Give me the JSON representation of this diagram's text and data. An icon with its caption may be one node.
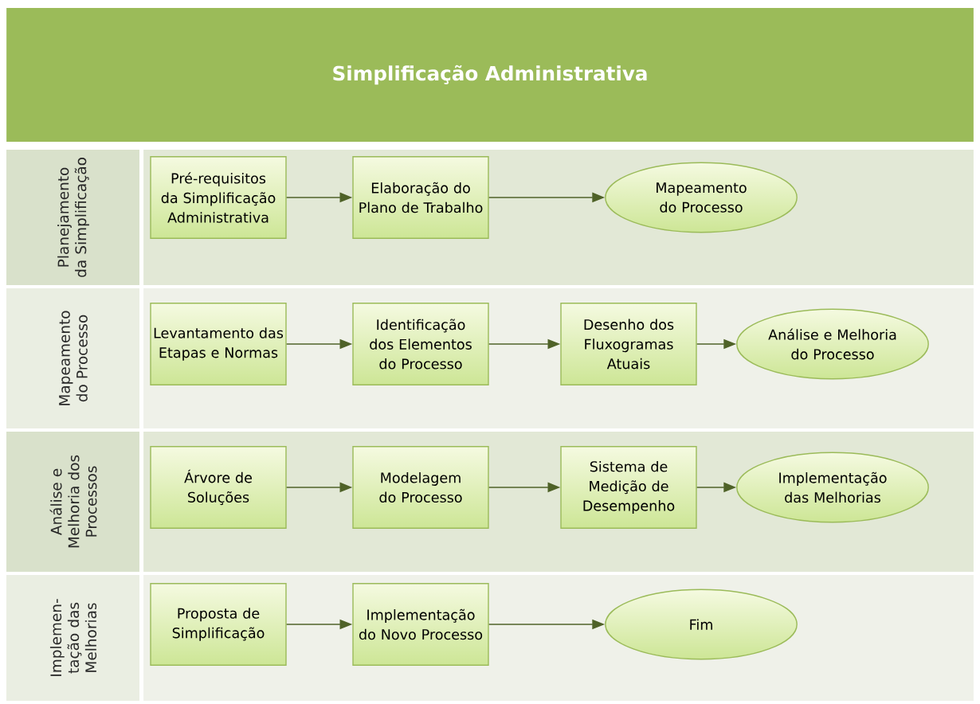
{
  "diagram": {
    "title": "Simplificação Administrativa",
    "nodes": [
      {
        "text": [
          "Planejamento da Simplificação"
        ]
      },
      {
        "text": [
          "Pré-requisitos da Simplificação Administrativa"
        ],
        "in": 0
      },
      {
        "text": [
          "Elaboração do Plano de Trabalho"
        ],
        "in": 0
      },
      {
        "text": [
          "Mapeamento do Processo"
        ],
        "in": 0
      },
      {
        "text": [
          "Mapeamento do Processo"
        ]
      },
      {
        "text": [
          "Levantamento das Etapas e Normas"
        ],
        "in": 4
      },
      {
        "text": [
          "Identificação dos Elementos do Processo"
        ],
        "in": 4
      },
      {
        "text": [
          "Desenho dos Fluxogramas Atuais"
        ],
        "in": 4
      },
      {
        "text": [
          "Análise e Melhoria do Processo"
        ],
        "in": 4
      },
      {
        "text": [
          "Análise e Melhoria dos Processos"
        ]
      },
      {
        "text": [
          "Árvore de Soluções"
        ],
        "in": 9
      },
      {
        "text": [
          "Modelagem do Processo"
        ],
        "in": 9
      },
      {
        "text": [
          "Sistema de Medição de Desempenho"
        ],
        "in": 9
      },
      {
        "text": [
          "Implementação das Melhorias"
        ],
        "in": 9
      },
      {
        "text": [
          "Implemen-tação das Melhorias"
        ]
      },
      {
        "text": [
          "Proposta de Simplificação"
        ],
        "in": 14
      },
      {
        "text": [
          "Implementação do Novo Processo"
        ],
        "in": 14
      },
      {
        "text": [
          "Fim"
        ],
        "in": 14
      }
    ],
    "edges": [
      {
        "from": 1,
        "to": 2,
        "arrow": "to"
      },
      {
        "from": 2,
        "to": 3,
        "arrow": "to"
      },
      {
        "from": 5,
        "to": 6,
        "arrow": "to"
      },
      {
        "from": 6,
        "to": 7,
        "arrow": "to"
      },
      {
        "from": 7,
        "to": 8,
        "arrow": "to"
      },
      {
        "from": 10,
        "to": 11,
        "arrow": "to"
      },
      {
        "from": 11,
        "to": 12,
        "arrow": "to"
      },
      {
        "from": 12,
        "to": 13,
        "arrow": "to"
      },
      {
        "from": 15,
        "to": 16,
        "arrow": "to"
      },
      {
        "from": 16,
        "to": 17,
        "arrow": "to"
      }
    ]
  }
}
